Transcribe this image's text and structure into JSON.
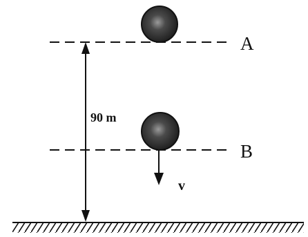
{
  "diagram": {
    "level_a_label": "A",
    "level_b_label": "B",
    "height_label": "90 m",
    "velocity_label": "v"
  },
  "colors": {
    "ink": "#111111",
    "ball_dark": "#222222",
    "ball_light": "#8a8a8a"
  }
}
